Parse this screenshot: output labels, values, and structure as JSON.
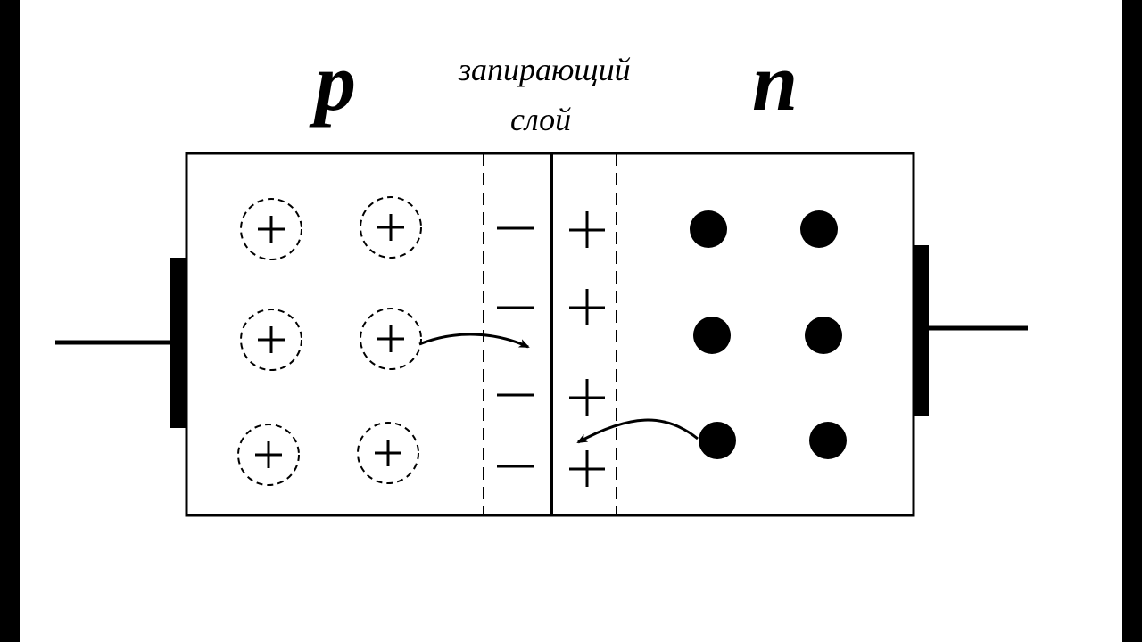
{
  "labels": {
    "p_region": "p",
    "n_region": "n",
    "barrier_line1": "запирающий",
    "barrier_line2": "слой"
  },
  "symbols": {
    "plus": "+",
    "minus": "−"
  },
  "colors": {
    "ink": "#000000",
    "paper": "#ffffff",
    "frame": "#000000"
  }
}
